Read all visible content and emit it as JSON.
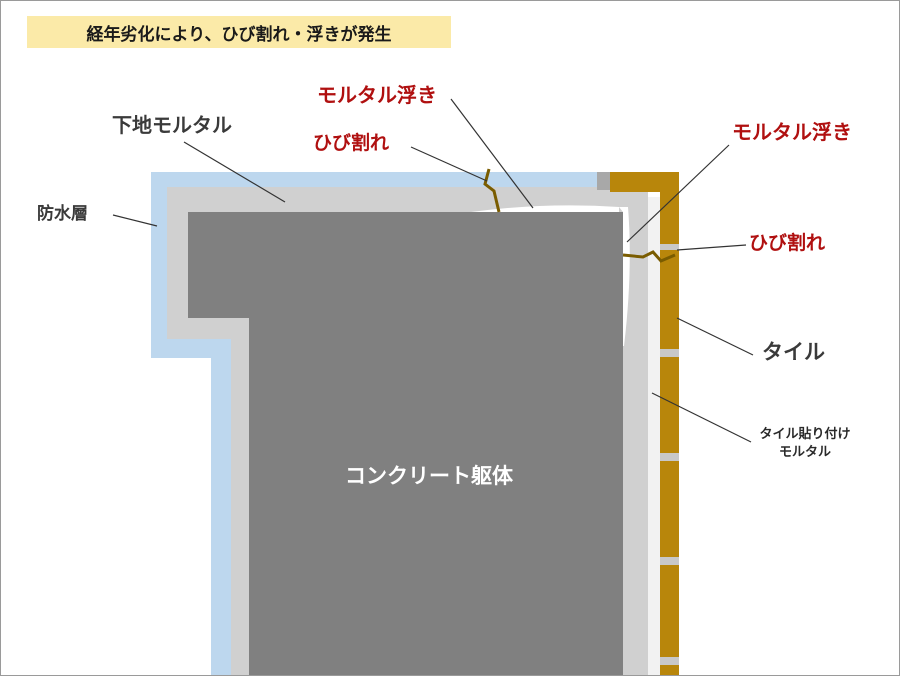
{
  "title": "経年劣化により、ひび割れ・浮きが発生",
  "labels": {
    "mortar_base": "下地モルタル",
    "waterproof": "防水層",
    "mortar_lift_top": "モルタル浮き",
    "crack_top": "ひび割れ",
    "mortar_lift_right": "モルタル浮き",
    "crack_right": "ひび割れ",
    "tile": "タイル",
    "tile_attach_line1": "タイル貼り付け",
    "tile_attach_line2": "モルタル",
    "concrete": "コンクリート躯体"
  },
  "colors": {
    "waterproof": "#bdd7ee",
    "mortar": "#d0d0d0",
    "concrete": "#808080",
    "tile": "#b8860b",
    "tile_mortar": "#f2f2f2",
    "crack": "#7a5c00",
    "red_label": "#b01010",
    "title_bg": "#fbeaa8"
  }
}
